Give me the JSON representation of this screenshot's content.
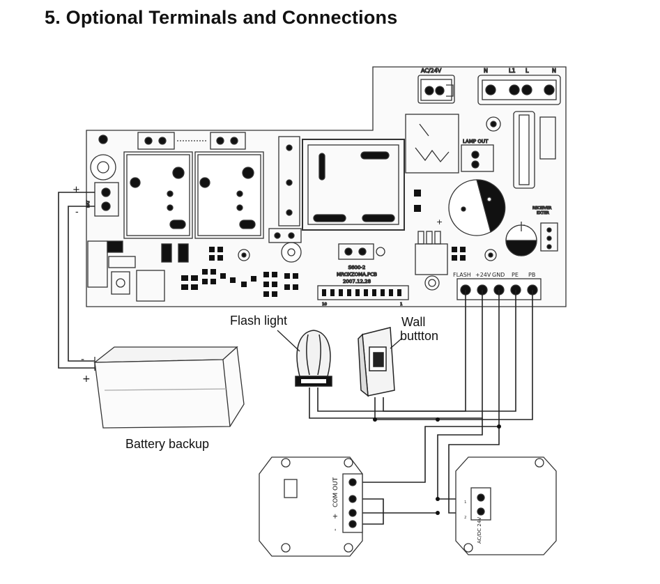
{
  "section_title": "5. Optional Terminals and Connections",
  "labels": {
    "flash_light": "Flash light",
    "wall_button_line1": "Wall",
    "wall_button_line2": "buttton",
    "battery_backup": "Battery backup"
  },
  "board": {
    "power_terminal": "AC/24V",
    "mains_terminals": [
      "N",
      "L1",
      "L",
      "N"
    ],
    "lamp_out": "LAMP OUT",
    "receiver": [
      "RECEIVER",
      "EXTER"
    ],
    "pcb_text": [
      "S600-2",
      "MROXZOMA.PCB",
      "2007.12.28"
    ],
    "io_terminals": [
      "FLASH",
      "+24V",
      "GND",
      "PE",
      "PB"
    ],
    "header_numbers": [
      "10",
      "1"
    ],
    "battery_polarity": [
      "+",
      "-"
    ],
    "photo_polarity": [
      "+",
      "-"
    ]
  },
  "receiver_module": {
    "terminal_label": "COM OUT",
    "polarity": [
      "+",
      "-"
    ]
  },
  "transmitter_module": {
    "terminal_label": "AC/DC 24V",
    "pins": [
      "1",
      "2"
    ]
  },
  "icons": [
    "flash-light-icon",
    "wall-button-icon",
    "battery-icon"
  ]
}
